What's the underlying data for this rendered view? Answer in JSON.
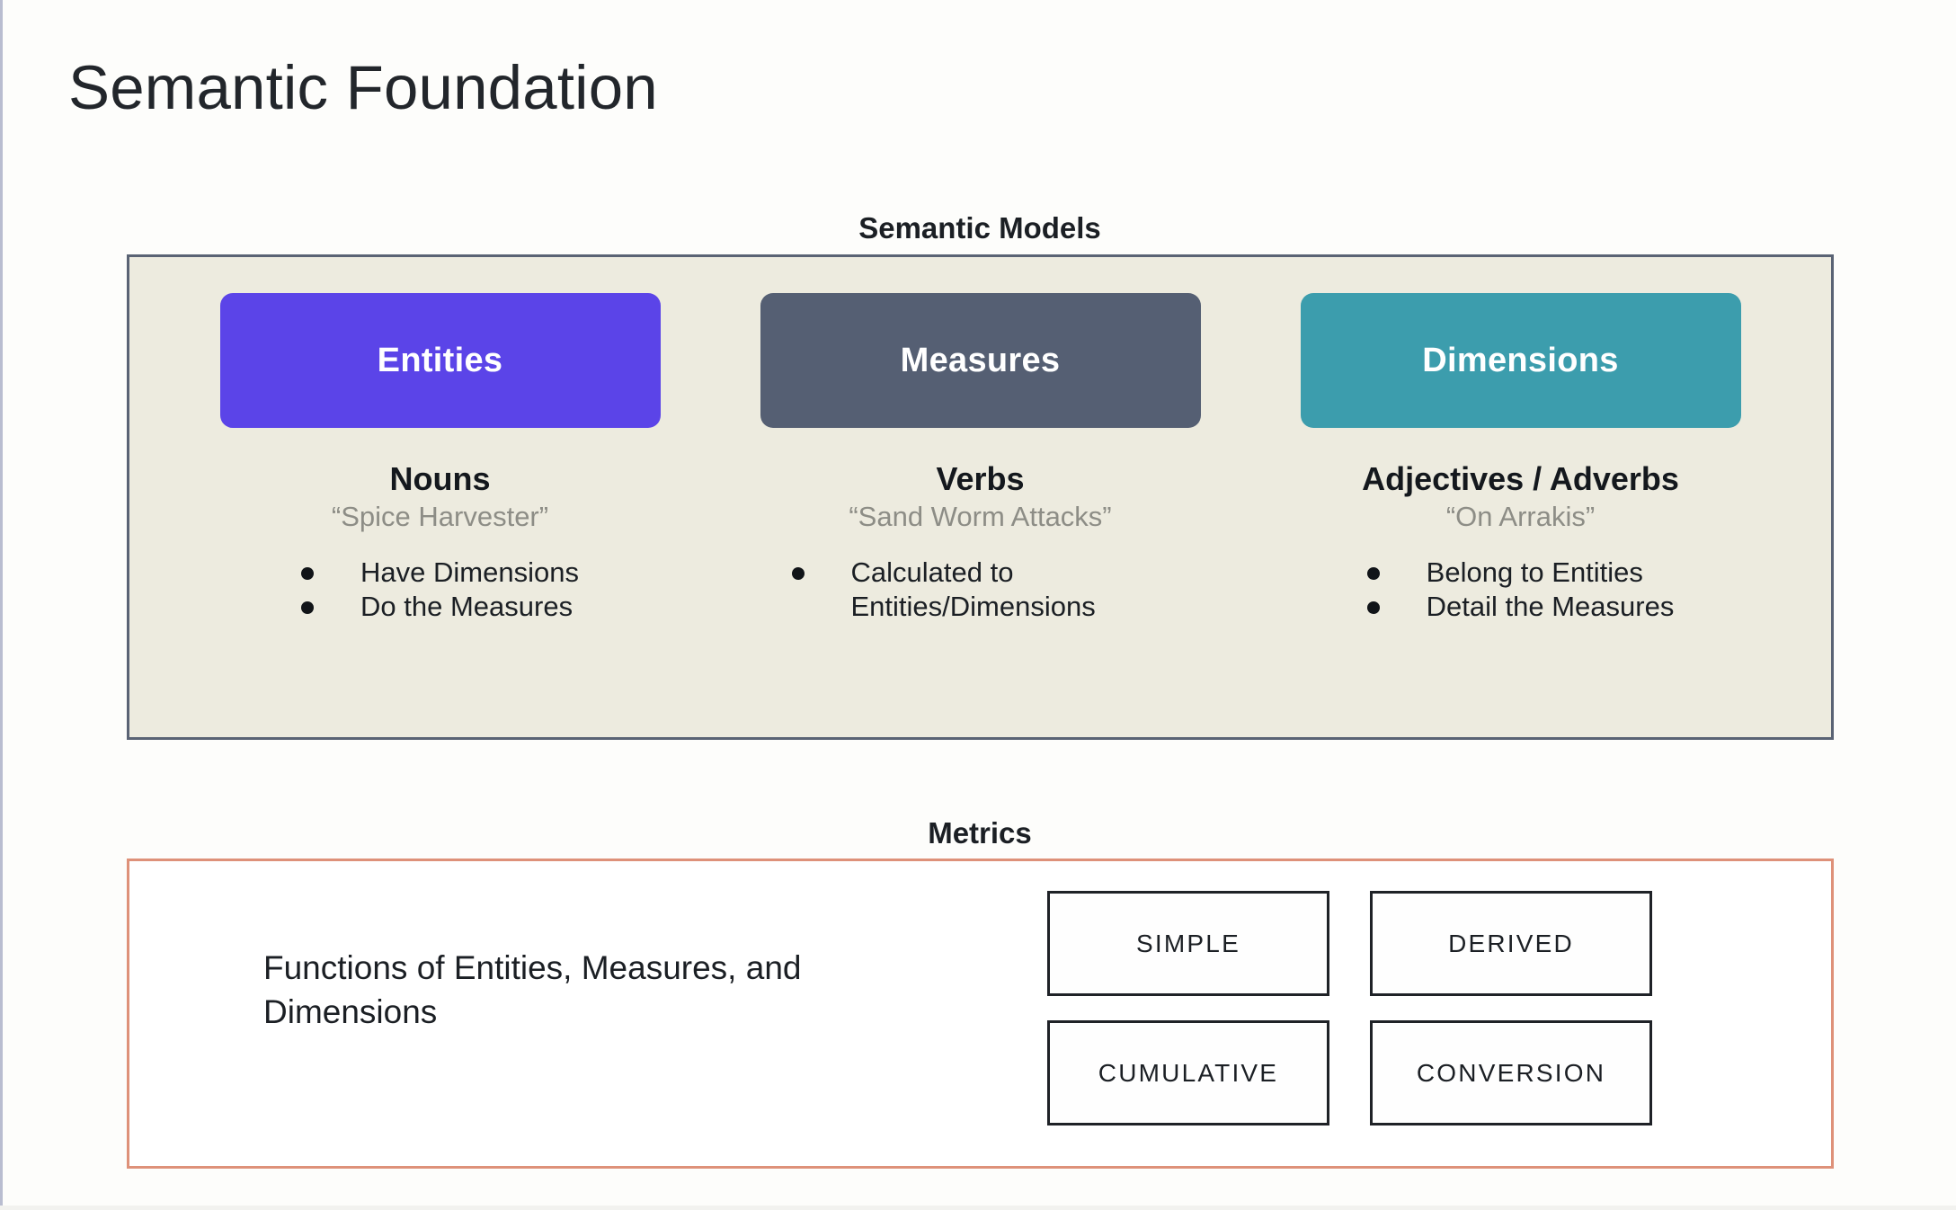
{
  "slide": {
    "title": "Semantic Foundation"
  },
  "semantic_models": {
    "heading": "Semantic Models",
    "panel_bg": "#edebdf",
    "panel_border": "#5a6374",
    "columns": [
      {
        "chip_label": "Entities",
        "chip_color": "#5b44e8",
        "part_of_speech": "Nouns",
        "example": "“Spice Harvester”",
        "bullets": [
          "Have Dimensions",
          "Do the Measures"
        ]
      },
      {
        "chip_label": "Measures",
        "chip_color": "#555f73",
        "part_of_speech": "Verbs",
        "example": "“Sand Worm Attacks”",
        "bullets": [
          "Calculated to Entities/Dimensions"
        ]
      },
      {
        "chip_label": "Dimensions",
        "chip_color": "#3c9dad",
        "part_of_speech": "Adjectives / Adverbs",
        "example": "“On Arrakis”",
        "bullets": [
          "Belong to Entities",
          "Detail the Measures"
        ]
      }
    ]
  },
  "metrics": {
    "heading": "Metrics",
    "panel_border": "#de9179",
    "description": "Functions of Entities, Measures, and Dimensions",
    "types": [
      "SIMPLE",
      "DERIVED",
      "CUMULATIVE",
      "CONVERSION"
    ]
  }
}
